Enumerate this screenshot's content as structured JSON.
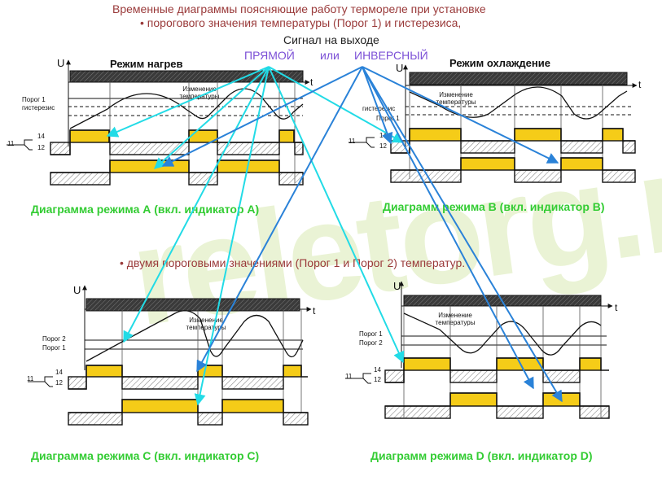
{
  "header": {
    "line1": "Временные диаграммы поясняющие работу термореле при установке",
    "line2": "• порогового значения температуры (Порог 1) и гистерезиса,",
    "signal": "Сигнал на выходе",
    "direct": "ПРЯМОЙ",
    "or": "или",
    "inverse": "ИНВЕРСНЫЙ"
  },
  "section2": "•  двумя пороговыми значениями (Порог 1 и Порог 2) температур.",
  "watermark": "reletorg.ru",
  "diagrams": {
    "A": {
      "mode": "Режим нагрев",
      "caption": "Диаграмма режима А (вкл. индикатор А)"
    },
    "B": {
      "mode": "Режим охлаждение",
      "caption": "Диаграмм режима В (вкл. индикатор В)"
    },
    "C": {
      "caption": "Диаграмма режима С  (вкл. индикатор С)"
    },
    "D": {
      "caption": "Диаграмм режима D  (вкл. индикатор D)"
    }
  },
  "labels": {
    "u": "U",
    "t": "t",
    "porog1": "Порог 1",
    "porog2": "Порог 2",
    "gisterezis": "гистерезис",
    "temp_change_1": "Изменение",
    "temp_change_2": "температуры",
    "c11": "11",
    "c14": "14",
    "c12": "12"
  },
  "colors": {
    "yellow": "#f5cc18",
    "arrow_cyan": "#22dbe6",
    "arrow_blue": "#2a82d8",
    "green_caption": "#33cc33",
    "title_text": "#9a3a3a",
    "signal_purple": "#7b4fd6"
  }
}
